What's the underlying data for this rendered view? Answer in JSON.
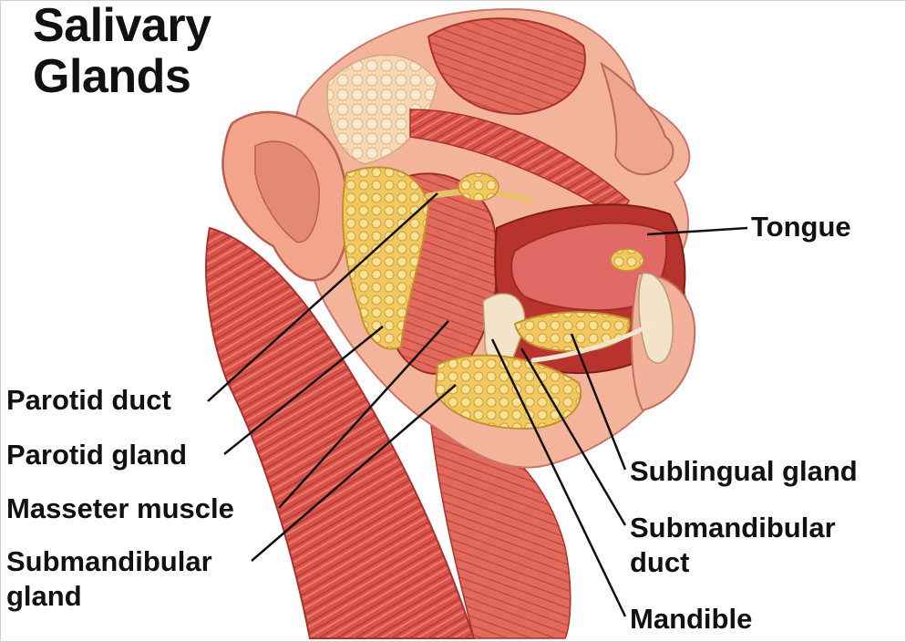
{
  "title": {
    "line1": "Salivary",
    "line2": "Glands"
  },
  "labels": {
    "tongue": "Tongue",
    "parotid_duct": "Parotid duct",
    "parotid_gland": "Parotid gland",
    "masseter_muscle": "Masseter muscle",
    "submandibular_gland_1": "Submandibular",
    "submandibular_gland_2": "gland",
    "sublingual_gland": "Sublingual gland",
    "submandibular_duct_1": "Submandibular",
    "submandibular_duct_2": "duct",
    "mandible": "Mandible"
  },
  "colors": {
    "muscle": "#d9534a",
    "muscle_light": "#eb8e7b",
    "skin": "#f4b49c",
    "gland": "#f1c860",
    "gland_light": "#f8e29a",
    "bone": "#f3e3c8",
    "leader_line": "#111111"
  }
}
